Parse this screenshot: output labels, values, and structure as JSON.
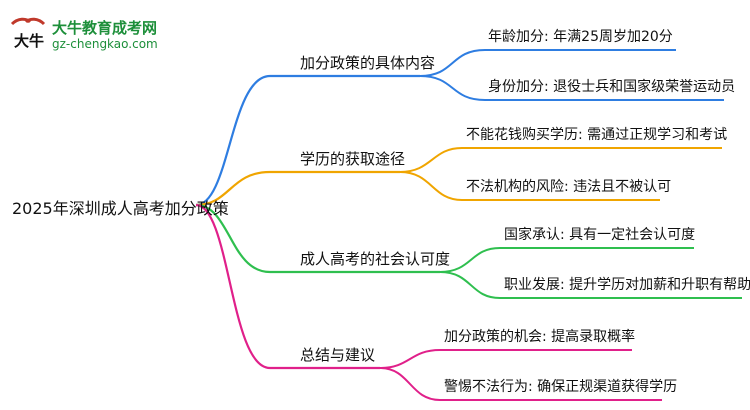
{
  "logo": {
    "title": "大牛教育成考网",
    "url": "gz-chengkao.com",
    "mark_text": "大牛"
  },
  "colors": {
    "branch_1": "#2e7de1",
    "branch_2": "#f0a500",
    "branch_3": "#2fbf4f",
    "branch_4": "#e0208a",
    "logo_green": "#1d8f3a"
  },
  "root": {
    "label": "2025年深圳成人高考加分政策"
  },
  "branches": [
    {
      "label": "加分政策的具体内容",
      "leaves": [
        "年龄加分: 年满25周岁加20分",
        "身份加分: 退役士兵和国家级荣誉运动员"
      ]
    },
    {
      "label": "学历的获取途径",
      "leaves": [
        "不能花钱购买学历: 需通过正规学习和考试",
        "不法机构的风险: 违法且不被认可"
      ]
    },
    {
      "label": "成人高考的社会认可度",
      "leaves": [
        "国家承认: 具有一定社会认可度",
        "职业发展: 提升学历对加薪和升职有帮助"
      ]
    },
    {
      "label": "总结与建议",
      "leaves": [
        "加分政策的机会: 提高录取概率",
        "警惕不法行为: 确保正规渠道获得学历"
      ]
    }
  ]
}
